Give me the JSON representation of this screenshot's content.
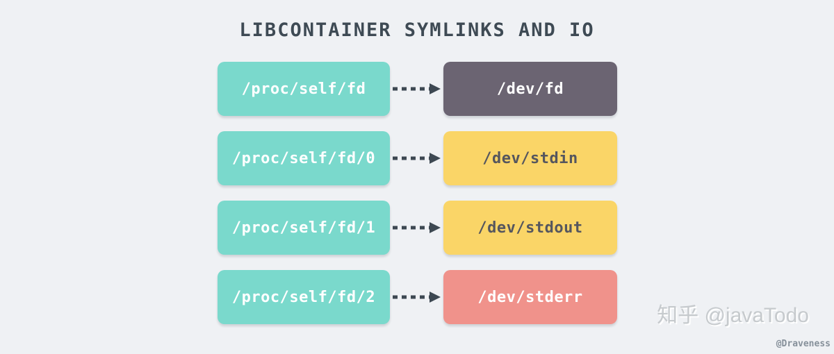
{
  "title": "LIBCONTAINER SYMLINKS AND IO",
  "colors": {
    "background": "#EFF1F4",
    "title_text": "#3E4A54",
    "arrow": "#3D4852",
    "source_box": "#7AD9CC",
    "dark_box": "#6B6472",
    "yellow_box": "#FAD567",
    "red_box": "#F0928B",
    "light_text": "#FFFFFF",
    "dark_text": "#55565E"
  },
  "diagram": {
    "source_bg": "#7AD9CC",
    "source_fg": "#FFFFFF",
    "arrow_color": "#3D4852",
    "rows": [
      {
        "source": "/proc/self/fd",
        "target": "/dev/fd",
        "target_bg": "#6B6472",
        "target_fg": "#FFFFFF"
      },
      {
        "source": "/proc/self/fd/0",
        "target": "/dev/stdin",
        "target_bg": "#FAD567",
        "target_fg": "#55565E"
      },
      {
        "source": "/proc/self/fd/1",
        "target": "/dev/stdout",
        "target_bg": "#FAD567",
        "target_fg": "#55565E"
      },
      {
        "source": "/proc/self/fd/2",
        "target": "/dev/stderr",
        "target_bg": "#F0928B",
        "target_fg": "#FFFFFF"
      }
    ]
  },
  "watermark": {
    "zhihu_label": "知乎 @javaTodo",
    "author_label": "@Draveness"
  }
}
